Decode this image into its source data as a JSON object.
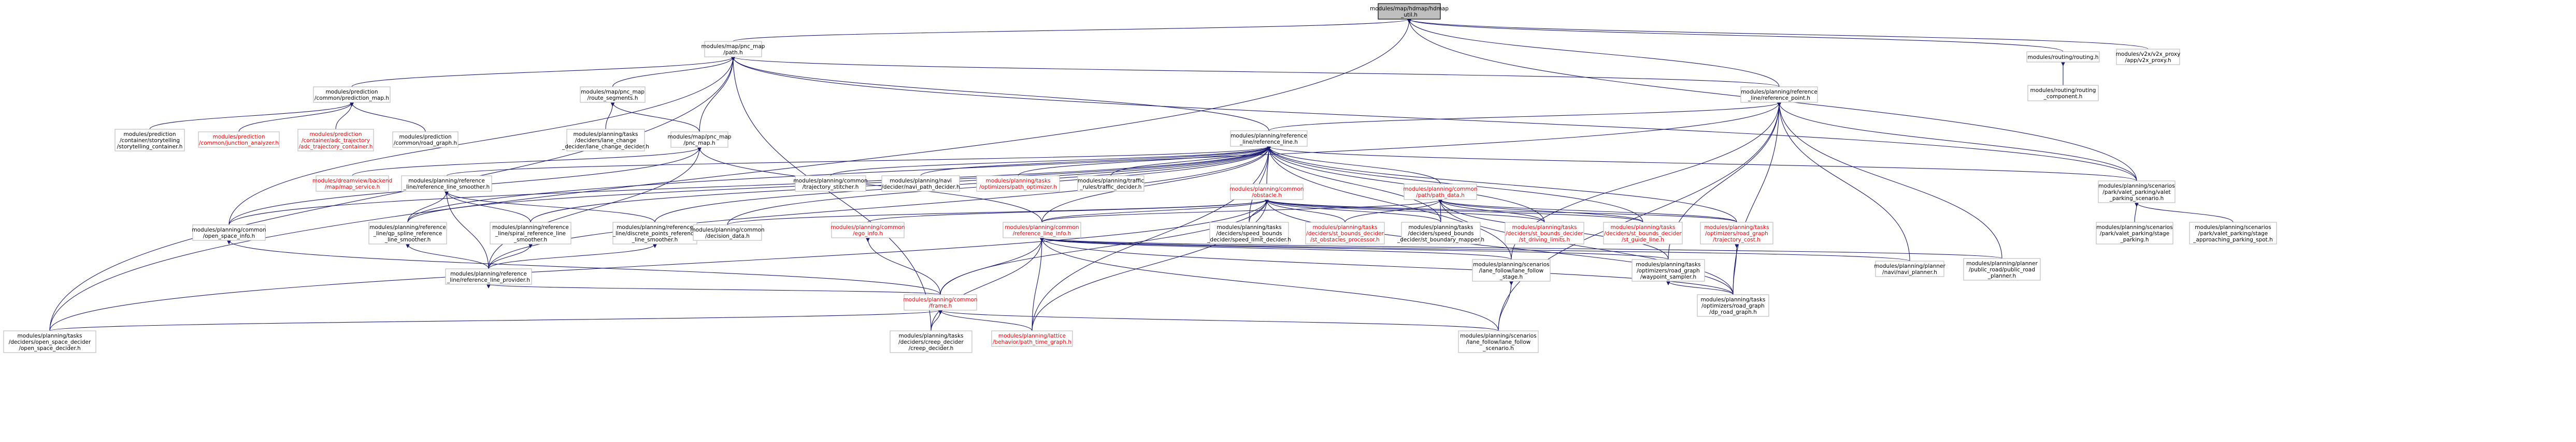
{
  "colors": {
    "background": "#ffffff",
    "node_fill": "#ffffff",
    "node_border": "#bfbfbf",
    "root_fill": "#bfbfbf",
    "root_border": "#000000",
    "edge": "#191970",
    "text": "#000000",
    "incomplete_text": "#ff0000"
  },
  "nodes": {
    "root": {
      "lines": [
        "modules/map/hdmap/hdmap",
        "_util.h"
      ],
      "kind": "root"
    },
    "pncmap_path": {
      "lines": [
        "modules/map/pnc_map",
        "/path.h"
      ]
    },
    "routing_h": {
      "lines": [
        "modules/routing/routing.h"
      ]
    },
    "v2x_proxy": {
      "lines": [
        "modules/v2x/v2x_proxy",
        "/app/v2x_proxy.h"
      ]
    },
    "routing_component": {
      "lines": [
        "modules/routing/routing",
        "_component.h"
      ]
    },
    "prediction_map": {
      "lines": [
        "modules/prediction",
        "/common/prediction_map.h"
      ]
    },
    "route_segments": {
      "lines": [
        "modules/map/pnc_map",
        "/route_segments.h"
      ]
    },
    "reference_point": {
      "lines": [
        "modules/planning/reference",
        "_line/reference_point.h"
      ]
    },
    "storytelling_container": {
      "lines": [
        "modules/prediction",
        "/container/storytelling",
        "/storytelling_container.h"
      ]
    },
    "junction_analyzer": {
      "lines": [
        "modules/prediction",
        "/common/junction_analyzer.h"
      ],
      "kind": "red"
    },
    "adc_trajectory_container": {
      "lines": [
        "modules/prediction",
        "/container/adc_trajectory",
        "/adc_trajectory_container.h"
      ],
      "kind": "red"
    },
    "road_graph": {
      "lines": [
        "modules/prediction",
        "/common/road_graph.h"
      ]
    },
    "lane_change_decider": {
      "lines": [
        "modules/planning/tasks",
        "/deciders/lane_change",
        "_decider/lane_change_decider.h"
      ]
    },
    "pnc_map": {
      "lines": [
        "modules/map/pnc_map",
        "/pnc_map.h"
      ]
    },
    "reference_line": {
      "lines": [
        "modules/planning/reference",
        "_line/reference_line.h"
      ]
    },
    "map_service": {
      "lines": [
        "modules/dreamview/backend",
        "/map/map_service.h"
      ],
      "kind": "red"
    },
    "reference_line_smoother": {
      "lines": [
        "modules/planning/reference",
        "_line/reference_line_smoother.h"
      ]
    },
    "trajectory_stitcher": {
      "lines": [
        "modules/planning/common",
        "/trajectory_stitcher.h"
      ]
    },
    "navi_path_decider": {
      "lines": [
        "modules/planning/navi",
        "/decider/navi_path_decider.h"
      ]
    },
    "path_optimizer": {
      "lines": [
        "modules/planning/tasks",
        "/optimizers/path_optimizer.h"
      ],
      "kind": "red"
    },
    "traffic_decider": {
      "lines": [
        "modules/planning/traffic",
        "_rules/traffic_decider.h"
      ]
    },
    "obstacle": {
      "lines": [
        "modules/planning/common",
        "/obstacle.h"
      ],
      "kind": "red"
    },
    "path_data": {
      "lines": [
        "modules/planning/common",
        "/path/path_data.h"
      ],
      "kind": "red"
    },
    "valet_parking_scenario": {
      "lines": [
        "modules/planning/scenarios",
        "/park/valet_parking/valet",
        "_parking_scenario.h"
      ]
    },
    "open_space_info": {
      "lines": [
        "modules/planning/common",
        "/open_space_info.h"
      ]
    },
    "qp_spline_reference_line_smoother": {
      "lines": [
        "modules/planning/reference",
        "_line/qp_spline_reference",
        "_line_smoother.h"
      ]
    },
    "spiral_reference_line_smoother": {
      "lines": [
        "modules/planning/reference",
        "_line/spiral_reference_line",
        "_smoother.h"
      ]
    },
    "discrete_points_reference_line_smoother": {
      "lines": [
        "modules/planning/reference",
        "_line/discrete_points_reference",
        "_line_smoother.h"
      ]
    },
    "decision_data": {
      "lines": [
        "modules/planning/common",
        "/decision_data.h"
      ]
    },
    "ego_info": {
      "lines": [
        "modules/planning/common",
        "/ego_info.h"
      ],
      "kind": "red"
    },
    "reference_line_info": {
      "lines": [
        "modules/planning/common",
        "/reference_line_info.h"
      ],
      "kind": "red"
    },
    "speed_limit_decider": {
      "lines": [
        "modules/planning/tasks",
        "/deciders/speed_bounds",
        "_decider/speed_limit_decider.h"
      ]
    },
    "st_obstacles_processor": {
      "lines": [
        "modules/planning/tasks",
        "/deciders/st_bounds_decider",
        "/st_obstacles_processor.h"
      ],
      "kind": "red"
    },
    "st_boundary_mapper": {
      "lines": [
        "modules/planning/tasks",
        "/deciders/speed_bounds",
        "_decider/st_boundary_mapper.h"
      ]
    },
    "st_driving_limits": {
      "lines": [
        "modules/planning/tasks",
        "/deciders/st_bounds_decider",
        "/st_driving_limits.h"
      ],
      "kind": "red"
    },
    "st_guide_line": {
      "lines": [
        "modules/planning/tasks",
        "/deciders/st_bounds_decider",
        "/st_guide_line.h"
      ],
      "kind": "red"
    },
    "trajectory_cost": {
      "lines": [
        "modules/planning/tasks",
        "/optimizers/road_graph",
        "/trajectory_cost.h"
      ],
      "kind": "red"
    },
    "stage_parking": {
      "lines": [
        "modules/planning/scenarios",
        "/park/valet_parking/stage",
        "_parking.h"
      ]
    },
    "stage_approaching_parking_spot": {
      "lines": [
        "modules/planning/scenarios",
        "/park/valet_parking/stage",
        "_approaching_parking_spot.h"
      ]
    },
    "reference_line_provider": {
      "lines": [
        "modules/planning/reference",
        "_line/reference_line_provider.h"
      ]
    },
    "lane_follow_stage": {
      "lines": [
        "modules/planning/scenarios",
        "/lane_follow/lane_follow",
        "_stage.h"
      ]
    },
    "waypoint_sampler": {
      "lines": [
        "modules/planning/tasks",
        "/optimizers/road_graph",
        "/waypoint_sampler.h"
      ]
    },
    "navi_planner": {
      "lines": [
        "modules/planning/planner",
        "/navi/navi_planner.h"
      ]
    },
    "public_road_planner": {
      "lines": [
        "modules/planning/planner",
        "/public_road/public_road",
        "_planner.h"
      ]
    },
    "frame": {
      "lines": [
        "modules/planning/common",
        "/frame.h"
      ],
      "kind": "red"
    },
    "dp_road_graph": {
      "lines": [
        "modules/planning/tasks",
        "/optimizers/road_graph",
        "/dp_road_graph.h"
      ]
    },
    "open_space_decider": {
      "lines": [
        "modules/planning/tasks",
        "/deciders/open_space_decider",
        "/open_space_decider.h"
      ]
    },
    "creep_decider": {
      "lines": [
        "modules/planning/tasks",
        "/deciders/creep_decider",
        "/creep_decider.h"
      ]
    },
    "path_time_graph": {
      "lines": [
        "modules/planning/lattice",
        "/behavior/path_time_graph.h"
      ],
      "kind": "red"
    },
    "lane_follow_scenario": {
      "lines": [
        "modules/planning/scenarios",
        "/lane_follow/lane_follow",
        "_scenario.h"
      ]
    }
  },
  "edges": [
    [
      "root",
      "pncmap_path"
    ],
    [
      "root",
      "routing_h"
    ],
    [
      "root",
      "v2x_proxy"
    ],
    [
      "root",
      "reference_point"
    ],
    [
      "root",
      "valet_parking_scenario"
    ],
    [
      "root",
      "open_space_decider"
    ],
    [
      "routing_h",
      "routing_component"
    ],
    [
      "pncmap_path",
      "prediction_map"
    ],
    [
      "pncmap_path",
      "route_segments"
    ],
    [
      "pncmap_path",
      "reference_point"
    ],
    [
      "pncmap_path",
      "pnc_map"
    ],
    [
      "pncmap_path",
      "reference_line"
    ],
    [
      "pncmap_path",
      "open_space_info"
    ],
    [
      "pncmap_path",
      "creep_decider"
    ],
    [
      "pncmap_path",
      "open_space_decider"
    ],
    [
      "pncmap_path",
      "valet_parking_scenario"
    ],
    [
      "prediction_map",
      "storytelling_container"
    ],
    [
      "prediction_map",
      "junction_analyzer"
    ],
    [
      "prediction_map",
      "adc_trajectory_container"
    ],
    [
      "prediction_map",
      "road_graph"
    ],
    [
      "route_segments",
      "lane_change_decider"
    ],
    [
      "route_segments",
      "pnc_map"
    ],
    [
      "pnc_map",
      "map_service"
    ],
    [
      "pnc_map",
      "reference_line_info"
    ],
    [
      "pnc_map",
      "reference_line_provider"
    ],
    [
      "pnc_map",
      "open_space_info"
    ],
    [
      "reference_point",
      "reference_line"
    ],
    [
      "reference_point",
      "valet_parking_scenario"
    ],
    [
      "reference_point",
      "qp_spline_reference_line_smoother"
    ],
    [
      "reference_point",
      "public_road_planner"
    ],
    [
      "reference_point",
      "navi_planner"
    ],
    [
      "reference_point",
      "waypoint_sampler"
    ],
    [
      "reference_point",
      "dp_road_graph"
    ],
    [
      "reference_point",
      "lane_follow_stage"
    ],
    [
      "reference_point",
      "lane_follow_scenario"
    ],
    [
      "reference_line",
      "reference_line_smoother"
    ],
    [
      "reference_line",
      "trajectory_stitcher"
    ],
    [
      "reference_line",
      "navi_path_decider"
    ],
    [
      "reference_line",
      "path_optimizer"
    ],
    [
      "reference_line",
      "traffic_decider"
    ],
    [
      "reference_line",
      "obstacle"
    ],
    [
      "reference_line",
      "path_data"
    ],
    [
      "reference_line",
      "valet_parking_scenario"
    ],
    [
      "reference_line",
      "decision_data"
    ],
    [
      "reference_line",
      "reference_line_info"
    ],
    [
      "reference_line",
      "speed_limit_decider"
    ],
    [
      "reference_line",
      "st_boundary_mapper"
    ],
    [
      "reference_line",
      "st_driving_limits"
    ],
    [
      "reference_line",
      "st_guide_line"
    ],
    [
      "reference_line",
      "trajectory_cost"
    ],
    [
      "reference_line",
      "open_space_info"
    ],
    [
      "reference_line",
      "reference_line_provider"
    ],
    [
      "reference_line",
      "spiral_reference_line_smoother"
    ],
    [
      "reference_line",
      "discrete_points_reference_line_smoother"
    ],
    [
      "reference_line",
      "qp_spline_reference_line_smoother"
    ],
    [
      "reference_line",
      "lane_follow_stage"
    ],
    [
      "reference_line",
      "path_time_graph"
    ],
    [
      "reference_line_smoother",
      "qp_spline_reference_line_smoother"
    ],
    [
      "reference_line_smoother",
      "spiral_reference_line_smoother"
    ],
    [
      "reference_line_smoother",
      "discrete_points_reference_line_smoother"
    ],
    [
      "reference_line_smoother",
      "reference_line_provider"
    ],
    [
      "qp_spline_reference_line_smoother",
      "reference_line_provider"
    ],
    [
      "spiral_reference_line_smoother",
      "reference_line_provider"
    ],
    [
      "discrete_points_reference_line_smoother",
      "reference_line_provider"
    ],
    [
      "obstacle",
      "ego_info"
    ],
    [
      "obstacle",
      "reference_line_info"
    ],
    [
      "obstacle",
      "decision_data"
    ],
    [
      "obstacle",
      "speed_limit_decider"
    ],
    [
      "obstacle",
      "st_obstacles_processor"
    ],
    [
      "obstacle",
      "st_boundary_mapper"
    ],
    [
      "obstacle",
      "st_driving_limits"
    ],
    [
      "obstacle",
      "st_guide_line"
    ],
    [
      "obstacle",
      "trajectory_cost"
    ],
    [
      "obstacle",
      "open_space_decider"
    ],
    [
      "obstacle",
      "path_time_graph"
    ],
    [
      "obstacle",
      "frame"
    ],
    [
      "obstacle",
      "dp_road_graph"
    ],
    [
      "path_data",
      "st_obstacles_processor"
    ],
    [
      "path_data",
      "st_boundary_mapper"
    ],
    [
      "path_data",
      "st_driving_limits"
    ],
    [
      "path_data",
      "st_guide_line"
    ],
    [
      "path_data",
      "trajectory_cost"
    ],
    [
      "path_data",
      "reference_line_info"
    ],
    [
      "path_data",
      "waypoint_sampler"
    ],
    [
      "path_data",
      "dp_road_graph"
    ],
    [
      "valet_parking_scenario",
      "stage_parking"
    ],
    [
      "valet_parking_scenario",
      "stage_approaching_parking_spot"
    ],
    [
      "open_space_info",
      "frame"
    ],
    [
      "reference_line_provider",
      "frame"
    ],
    [
      "ego_info",
      "frame"
    ],
    [
      "reference_line_info",
      "frame"
    ],
    [
      "reference_line_info",
      "lane_follow_stage"
    ],
    [
      "reference_line_info",
      "waypoint_sampler"
    ],
    [
      "reference_line_info",
      "navi_planner"
    ],
    [
      "reference_line_info",
      "dp_road_graph"
    ],
    [
      "reference_line_info",
      "creep_decider"
    ],
    [
      "reference_line_info",
      "path_time_graph"
    ],
    [
      "reference_line_info",
      "lane_follow_scenario"
    ],
    [
      "reference_line_info",
      "public_road_planner"
    ],
    [
      "trajectory_cost",
      "dp_road_graph"
    ],
    [
      "waypoint_sampler",
      "dp_road_graph"
    ],
    [
      "frame",
      "open_space_decider"
    ],
    [
      "frame",
      "creep_decider"
    ],
    [
      "frame",
      "path_time_graph"
    ],
    [
      "frame",
      "lane_follow_scenario"
    ],
    [
      "lane_follow_stage",
      "lane_follow_scenario"
    ]
  ]
}
